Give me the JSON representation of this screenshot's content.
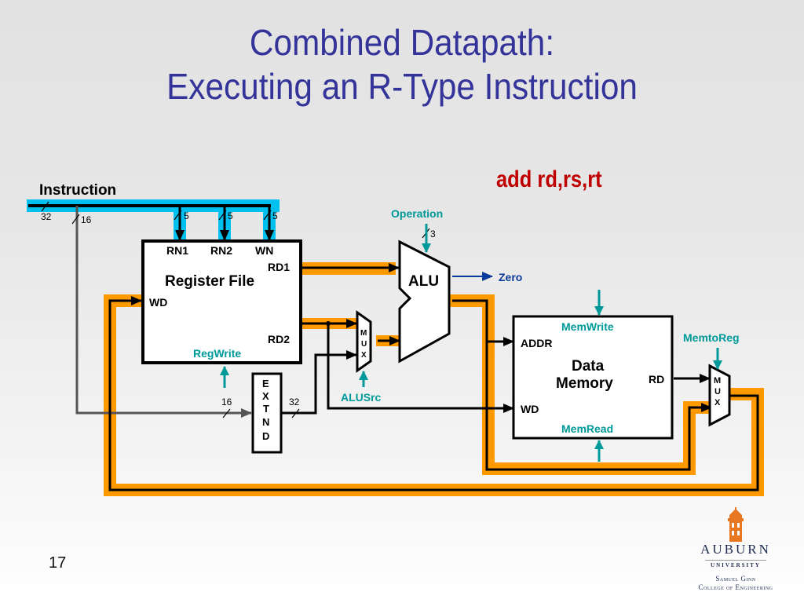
{
  "slide": {
    "title_line1": "Combined Datapath:",
    "title_line2": "Executing an R-Type Instruction",
    "instruction_example": "add rd,rs,rt",
    "page_number": "17"
  },
  "diagram": {
    "instruction_label": "Instruction",
    "bus_widths": {
      "instruction": "32",
      "immediate": "16",
      "rn1": "5",
      "rn2": "5",
      "wn": "5",
      "operation": "3",
      "extend_in": "16",
      "extend_out": "32"
    },
    "register_file": {
      "name": "Register File",
      "ports": {
        "rn1": "RN1",
        "rn2": "RN2",
        "wn": "WN",
        "rd1": "RD1",
        "rd2": "RD2",
        "wd": "WD"
      },
      "control": "RegWrite"
    },
    "alu": {
      "name": "ALU",
      "control": "Operation",
      "output_zero": "Zero"
    },
    "alu_src_mux": {
      "letters": [
        "M",
        "U",
        "X"
      ],
      "control": "ALUSrc"
    },
    "extend": {
      "letters": [
        "E",
        "X",
        "T",
        "N",
        "D"
      ]
    },
    "data_memory": {
      "name_line1": "Data",
      "name_line2": "Memory",
      "ports": {
        "addr": "ADDR",
        "wd": "WD",
        "rd": "RD"
      },
      "control_write": "MemWrite",
      "control_read": "MemRead"
    },
    "memtoreg_mux": {
      "letters": [
        "M",
        "U",
        "X"
      ],
      "control": "MemtoReg"
    },
    "colors": {
      "instruction_highlight": "#00c0f0",
      "active_path_highlight": "#ff9900",
      "control_signal": "#009999",
      "zero_signal": "#0a3a9a",
      "title": "#333399",
      "example": "#c00000"
    }
  },
  "logo": {
    "name": "AUBURN",
    "sub": "UNIVERSITY",
    "college_line1": "Samuel Ginn",
    "college_line2": "College of Engineering"
  }
}
